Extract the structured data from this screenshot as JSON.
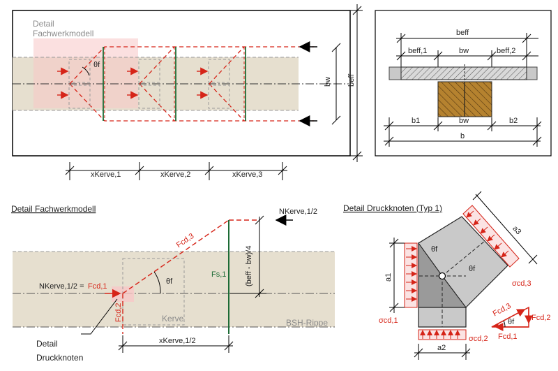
{
  "top_plan": {
    "detail_label_line1": "Detail",
    "detail_label_line2": "Fachwerkmodell",
    "theta": "θf",
    "dim_bw": "bw",
    "dim_beff": "beff",
    "dims_x": [
      "xKerve,1",
      "xKerve,2",
      "xKerve,3"
    ]
  },
  "cross_section": {
    "beff_top": "beff",
    "beff1": "beff,1",
    "bw_top": "bw",
    "beff2": "beff,2",
    "b1": "b1",
    "bw_bot": "bw",
    "b2": "b2",
    "b": "b"
  },
  "fachwerk": {
    "heading": "Detail Fachwerkmodell",
    "n_right": "NKerve,1/2",
    "n_left": "NKerve,1/2 =",
    "fcd1": "Fcd,1",
    "fcd2": "Fcd,2",
    "fcd3": "Fcd,3",
    "fs1": "Fs,1",
    "theta": "θf",
    "dim_vertical": "(beff - bw)/4",
    "kerve": "Kerve",
    "bsh": "BSH-Rippe",
    "detail_line1": "Detail",
    "detail_line2": "Druckknoten",
    "dim_x": "xKerve,1/2"
  },
  "druckknoten": {
    "heading": "Detail Druckknoten (Typ 1)",
    "theta1": "θf",
    "theta2": "θf",
    "a1": "a1",
    "a2": "a2",
    "a3": "a3",
    "sigma_cd1": "σcd,1",
    "sigma_cd2": "σcd,2",
    "sigma_cd3": "σcd,3",
    "fcd3": "Fcd,3",
    "fcd2": "Fcd,2",
    "fcd1": "Fcd,1",
    "theta_tri": "θf"
  }
}
